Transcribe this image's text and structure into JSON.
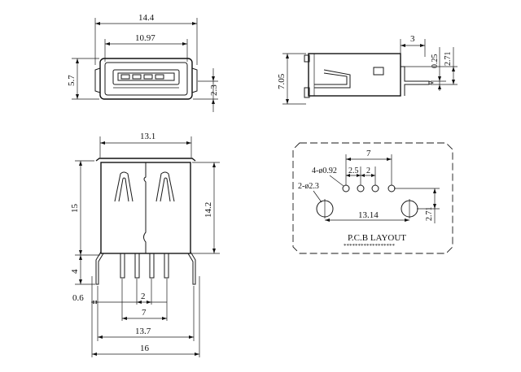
{
  "views": {
    "front_top": {
      "width_label": "14.4",
      "inner_width_label": "10.97",
      "height_label": "5.7",
      "offset_label": "2.3"
    },
    "side": {
      "top_label": "3",
      "pin_thickness_label": "0.25",
      "pin_offset_label": "2.71",
      "height_label": "7.05"
    },
    "front_bottom": {
      "top_width_label": "13.1",
      "height_label": "15",
      "shell_height_label": "14.2",
      "leg_label": "4",
      "pin_offset_label": "0.6",
      "pitch_label": "2",
      "pin_span_label": "7",
      "leg_span_label": "13.7",
      "total_width_label": "16"
    },
    "pcb_layout": {
      "title": "P.C.B LAYOUT",
      "stars": "******************",
      "pin_span_label": "7",
      "pitch_a_label": "2.5",
      "pitch_b_label": "2",
      "pin_holes_label": "4-ø0.92",
      "post_holes_label": "2-ø2.3",
      "post_span_label": "13.14",
      "post_offset_label": "2.71"
    }
  }
}
